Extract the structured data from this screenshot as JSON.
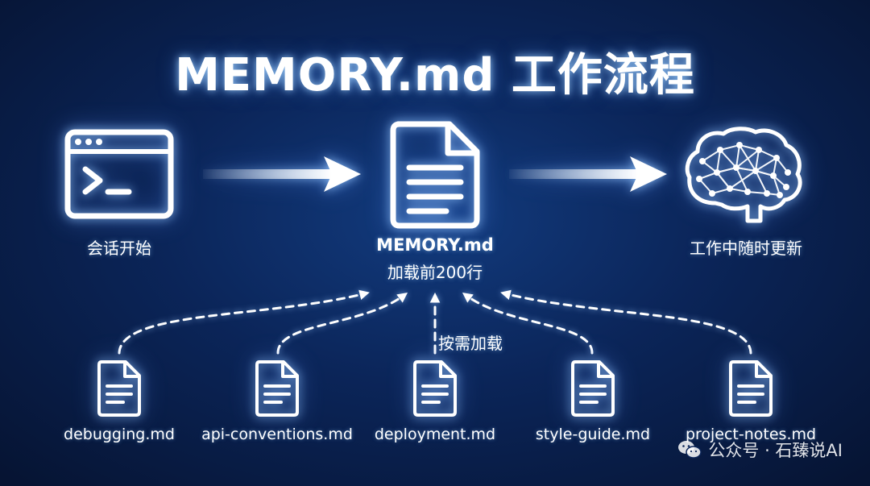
{
  "title": "MEMORY.md 工作流程",
  "nodes": {
    "session_start": {
      "label": "会话开始",
      "icon": "terminal-window-icon"
    },
    "memory": {
      "name": "MEMORY.md",
      "sub": "加载前200行",
      "icon": "document-icon"
    },
    "brain": {
      "label": "工作中随时更新",
      "icon": "brain-network-icon"
    }
  },
  "on_demand_label": "按需加载",
  "files": [
    {
      "name": "debugging.md"
    },
    {
      "name": "api-conventions.md"
    },
    {
      "name": "deployment.md"
    },
    {
      "name": "style-guide.md"
    },
    {
      "name": "project-notes.md"
    }
  ],
  "watermark": {
    "text": "公众号 · 石臻说AI",
    "icon": "wechat-icon"
  },
  "colors": {
    "background": "#0b2559",
    "foreground": "#ffffff",
    "glow": "#8cc8ff"
  }
}
